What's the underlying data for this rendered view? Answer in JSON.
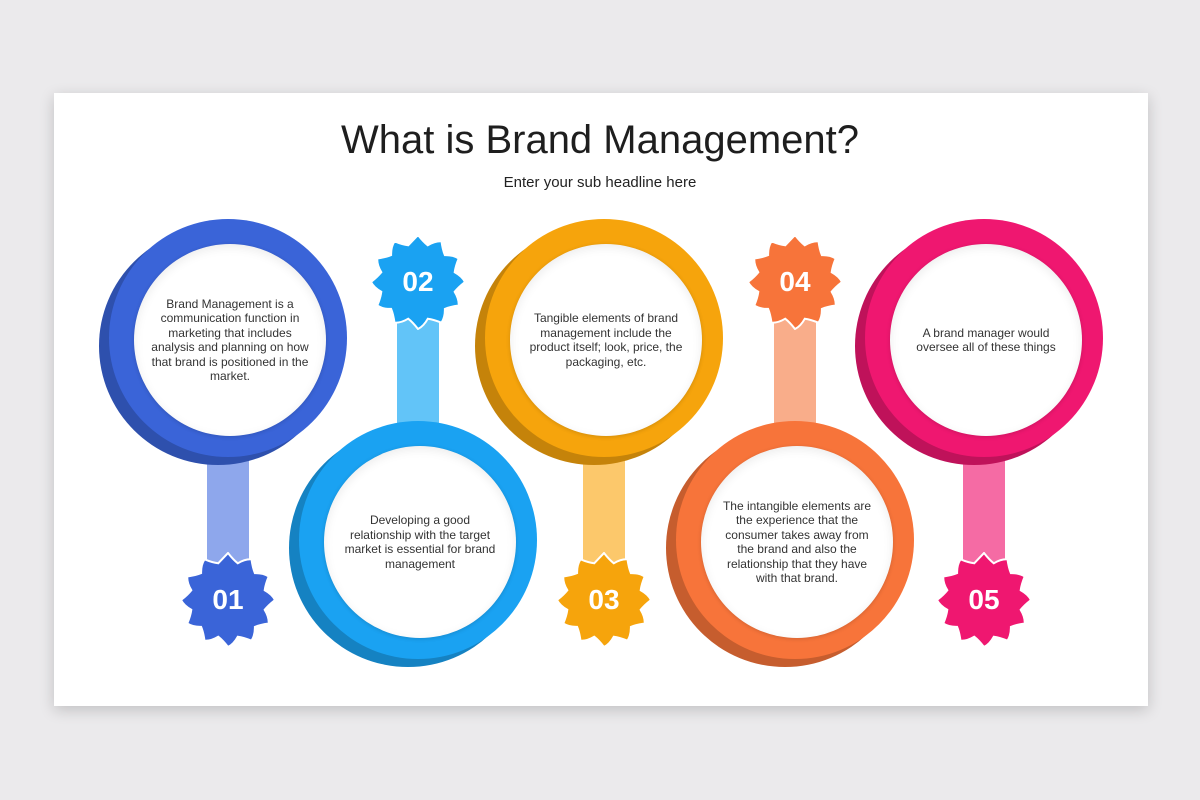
{
  "title": "What is Brand Management?",
  "subtitle": "Enter your sub headline here",
  "steps": [
    {
      "number": "01",
      "color": "#3a64d8",
      "stem_color": "#8ea7ec",
      "text": "Brand Management is a communication function in marketing that includes analysis and planning on how that brand is positioned in the market."
    },
    {
      "number": "02",
      "color": "#1aa2f2",
      "stem_color": "#62c4f8",
      "text": "Developing a good relationship with the target market is essential for brand management"
    },
    {
      "number": "03",
      "color": "#f6a40c",
      "stem_color": "#fcc86b",
      "text": "Tangible elements of brand management include the product itself; look, price, the packaging, etc."
    },
    {
      "number": "04",
      "color": "#f7743a",
      "stem_color": "#f9ad8a",
      "text": "The intangible elements are the experience that the consumer takes away from the brand and also the relationship that they have with that brand."
    },
    {
      "number": "05",
      "color": "#ef1770",
      "stem_color": "#f56ba4",
      "text": "A brand manager would oversee all of these things"
    }
  ]
}
